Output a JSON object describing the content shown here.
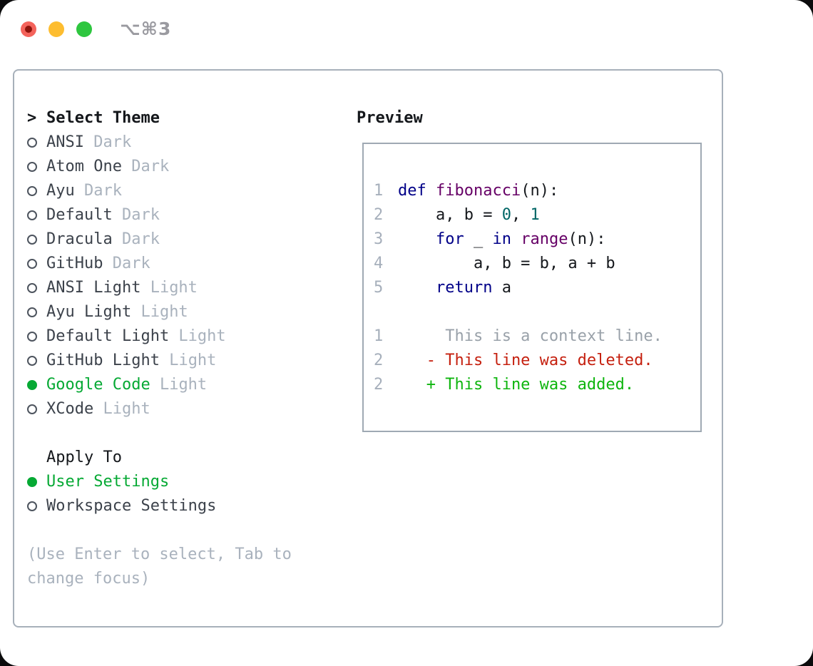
{
  "window": {
    "title": "⌥⌘3"
  },
  "colors": {
    "accent-green": "#06a934",
    "diff-added": "#0eb50e",
    "diff-deleted": "#c5200f",
    "code-keyword": "#000088",
    "code-function": "#660066",
    "code-literal": "#006666",
    "code-plain": "#15181c",
    "muted": "#a9b2bd",
    "text-primary": "#3c424b",
    "heading": "#14171b",
    "panel-border": "#a7b0ba",
    "preview-border": "#9fa9b3",
    "line-number": "#a6afbb",
    "context-line": "#99a1a9",
    "traffic-red": "#f4635b",
    "traffic-red-dot": "#8e130b",
    "traffic-yellow": "#fdbd30",
    "traffic-green": "#2ec63f",
    "titlebar-text": "#9a9aa0"
  },
  "theme_selector": {
    "header_prefix": ">",
    "header": "Select Theme",
    "themes": [
      {
        "name": "ANSI",
        "variant": "Dark",
        "selected": false
      },
      {
        "name": "Atom One",
        "variant": "Dark",
        "selected": false
      },
      {
        "name": "Ayu",
        "variant": "Dark",
        "selected": false
      },
      {
        "name": "Default",
        "variant": "Dark",
        "selected": false
      },
      {
        "name": "Dracula",
        "variant": "Dark",
        "selected": false
      },
      {
        "name": "GitHub",
        "variant": "Dark",
        "selected": false
      },
      {
        "name": "ANSI Light",
        "variant": "Light",
        "selected": false
      },
      {
        "name": "Ayu Light",
        "variant": "Light",
        "selected": false
      },
      {
        "name": "Default Light",
        "variant": "Light",
        "selected": false
      },
      {
        "name": "GitHub Light",
        "variant": "Light",
        "selected": false
      },
      {
        "name": "Google Code",
        "variant": "Light",
        "selected": true
      },
      {
        "name": "XCode",
        "variant": "Light",
        "selected": false
      }
    ],
    "apply_to": {
      "header": "Apply To",
      "options": [
        {
          "name": "User Settings",
          "selected": true
        },
        {
          "name": "Workspace Settings",
          "selected": false
        }
      ]
    },
    "hint": "(Use Enter to select, Tab to change focus)"
  },
  "preview": {
    "header": "Preview",
    "code_lines": [
      {
        "num": "1",
        "tokens": [
          {
            "text": "def ",
            "color": "keyword"
          },
          {
            "text": "fibonacci",
            "color": "function"
          },
          {
            "text": "(n):",
            "color": "plain"
          }
        ]
      },
      {
        "num": "2",
        "tokens": [
          {
            "text": "    a, b = ",
            "color": "plain"
          },
          {
            "text": "0",
            "color": "literal"
          },
          {
            "text": ", ",
            "color": "plain"
          },
          {
            "text": "1",
            "color": "literal"
          }
        ]
      },
      {
        "num": "3",
        "tokens": [
          {
            "text": "    ",
            "color": "plain"
          },
          {
            "text": "for",
            "color": "keyword"
          },
          {
            "text": " _ ",
            "color": "plain"
          },
          {
            "text": "in",
            "color": "keyword"
          },
          {
            "text": " ",
            "color": "plain"
          },
          {
            "text": "range",
            "color": "function"
          },
          {
            "text": "(n):",
            "color": "plain"
          }
        ]
      },
      {
        "num": "4",
        "tokens": [
          {
            "text": "        a, b = b, a + b",
            "color": "plain"
          }
        ]
      },
      {
        "num": "5",
        "tokens": [
          {
            "text": "    ",
            "color": "plain"
          },
          {
            "text": "return",
            "color": "keyword"
          },
          {
            "text": " a",
            "color": "plain"
          }
        ]
      }
    ],
    "diff_lines": [
      {
        "num": "1",
        "marker": "",
        "kind": "context",
        "text": "This is a context line."
      },
      {
        "num": "2",
        "marker": "-",
        "kind": "deleted",
        "text": "This line was deleted."
      },
      {
        "num": "2",
        "marker": "+",
        "kind": "added",
        "text": "This line was added."
      }
    ]
  }
}
